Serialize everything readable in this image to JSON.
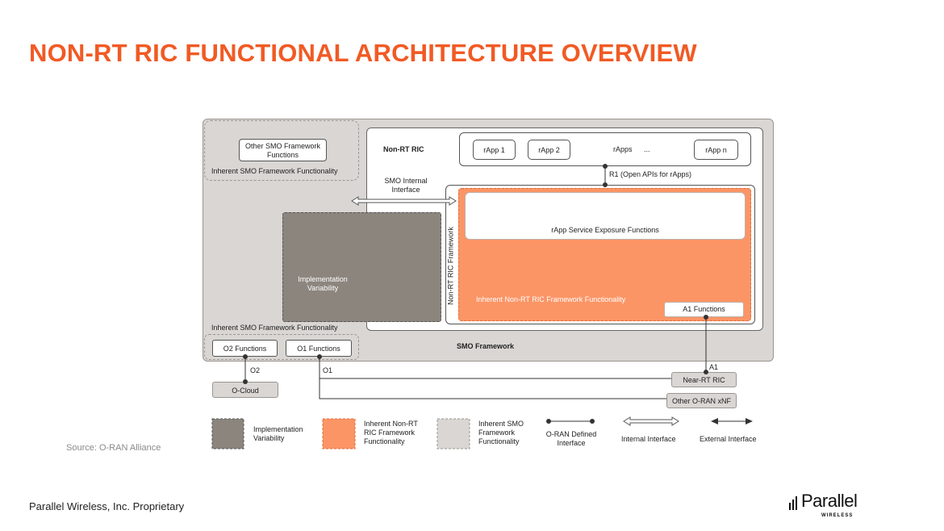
{
  "title": "NON-RT RIC FUNCTIONAL ARCHITECTURE OVERVIEW",
  "diagram": {
    "other_smo": "Other SMO Framework Functions",
    "inherent_smo_top": "Inherent SMO Framework Functionality",
    "non_rt_ric": "Non-RT RIC",
    "rapps": [
      "rApp 1",
      "rApp 2",
      "rApps",
      "...",
      "rApp n"
    ],
    "r1": "R1 (Open APIs for rApps)",
    "smo_internal": "SMO Internal Interface",
    "rapp_service": "rApp Service Exposure Functions",
    "impl_var": "Implementation Variability",
    "non_rt_ric_framework": "Non-RT RIC Framework",
    "inherent_nonrt": "Inherent Non-RT RIC Framework Functionality",
    "a1_functions": "A1 Functions",
    "inherent_smo_bottom": "Inherent SMO Framework Functionality",
    "o2_functions": "O2 Functions",
    "o1_functions": "O1 Functions",
    "smo_framework": "SMO Framework",
    "o2": "O2",
    "o1": "O1",
    "a1": "A1",
    "o_cloud": "O-Cloud",
    "near_rt_ric": "Near-RT RIC",
    "other_xnf": "Other O-RAN xNF"
  },
  "legend": {
    "impl": "Implementation Variability",
    "inherent_nonrt": "Inherent Non-RT RIC Framework Functionality",
    "inherent_smo": "Inherent SMO Framework Functionality",
    "oran_if": "O-RAN Defined Interface",
    "internal_if": "Internal Interface",
    "external_if": "External Interface"
  },
  "source": "Source: O-RAN Alliance",
  "footer": "Parallel Wireless, Inc. Proprietary",
  "logo": {
    "main": "Parallel",
    "sub": "WIRELESS"
  },
  "colors": {
    "accent": "#f15a24",
    "orange_fill": "#fb9566",
    "dark_fill": "#8c857e",
    "smo_fill": "#d9d6d3"
  }
}
